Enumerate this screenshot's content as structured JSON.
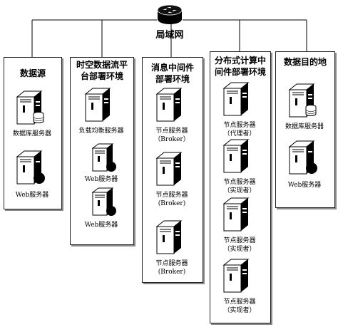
{
  "network": {
    "label": "局域网",
    "icon": "router-icon"
  },
  "columns": [
    {
      "title_lines": [
        "数据源"
      ],
      "servers": [
        {
          "label_lines": [
            "数据库服务器"
          ],
          "icon": "database-server-icon"
        },
        {
          "label_lines": [
            "Web服务器"
          ],
          "icon": "web-server-icon"
        }
      ]
    },
    {
      "title_lines": [
        "时空数据流平",
        "台部署环境"
      ],
      "servers": [
        {
          "label_lines": [
            "负载均衡服务器"
          ],
          "icon": "load-balancer-server-icon"
        },
        {
          "label_lines": [
            "Web服务器"
          ],
          "icon": "web-server-icon"
        },
        {
          "label_lines": [
            "Web服务器"
          ],
          "icon": "web-server-icon"
        }
      ]
    },
    {
      "title_lines": [
        "消息中间件",
        "部署环境"
      ],
      "servers": [
        {
          "label_lines": [
            "节点服务器",
            "（Broker）"
          ],
          "icon": "server-icon"
        },
        {
          "label_lines": [
            "节点服务器",
            "(Broker)"
          ],
          "icon": "server-icon"
        },
        {
          "label_lines": [
            "节点服务器",
            "(Broker)"
          ],
          "icon": "server-icon"
        }
      ]
    },
    {
      "title_lines": [
        "分布式计算中",
        "间件部署环境"
      ],
      "servers": [
        {
          "label_lines": [
            "节点服务器",
            "（代理者）"
          ],
          "icon": "server-icon"
        },
        {
          "label_lines": [
            "节点服务器",
            "（实现者）"
          ],
          "icon": "server-icon"
        },
        {
          "label_lines": [
            "节点服务器",
            "（实现者）"
          ],
          "icon": "server-icon"
        },
        {
          "label_lines": [
            "节点服务器",
            "（实现者）"
          ],
          "icon": "server-icon"
        }
      ]
    },
    {
      "title_lines": [
        "数据目的地"
      ],
      "servers": [
        {
          "label_lines": [
            "数据库服务器"
          ],
          "icon": "database-server-icon"
        },
        {
          "label_lines": [
            "Web服务器"
          ],
          "icon": "web-server-icon"
        }
      ]
    }
  ]
}
